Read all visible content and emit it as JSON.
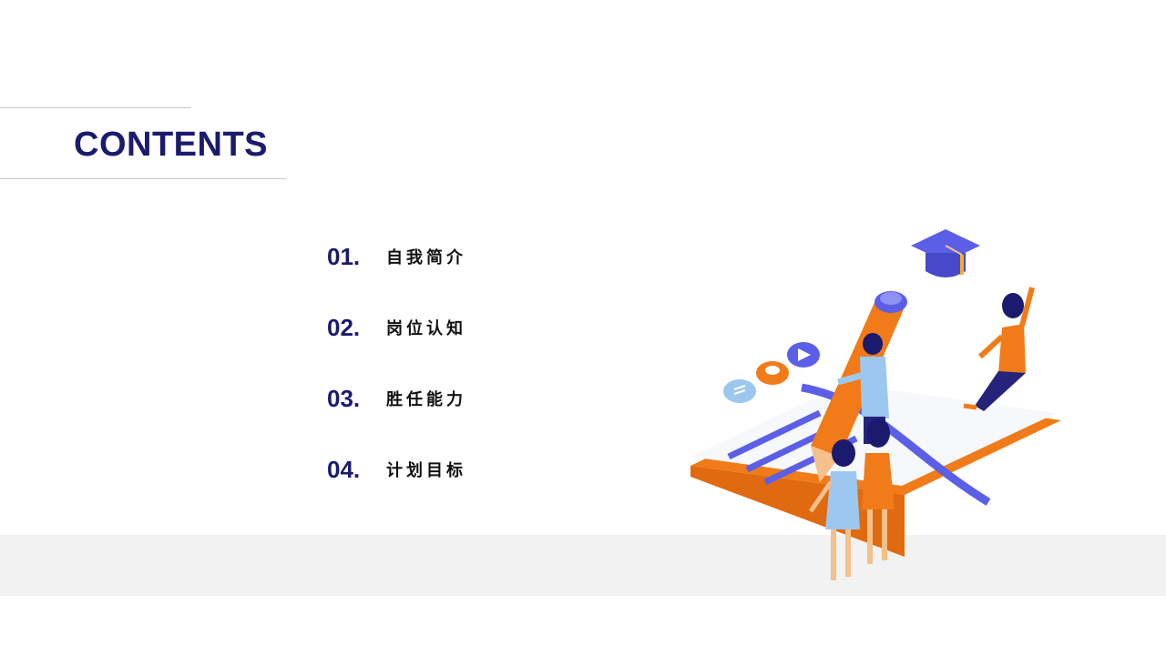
{
  "header": {
    "title": "CONTENTS"
  },
  "menu": {
    "items": [
      {
        "num": "01.",
        "label": "自我简介"
      },
      {
        "num": "02.",
        "label": "岗位认知"
      },
      {
        "num": "03.",
        "label": "胜任能力"
      },
      {
        "num": "04.",
        "label": "计划目标"
      }
    ]
  },
  "colors": {
    "navy": "#1a1a6e",
    "orange": "#f07b18",
    "blue": "#5b5fe8",
    "light_blue": "#9cc8f0",
    "band": "#f2f2f2"
  }
}
